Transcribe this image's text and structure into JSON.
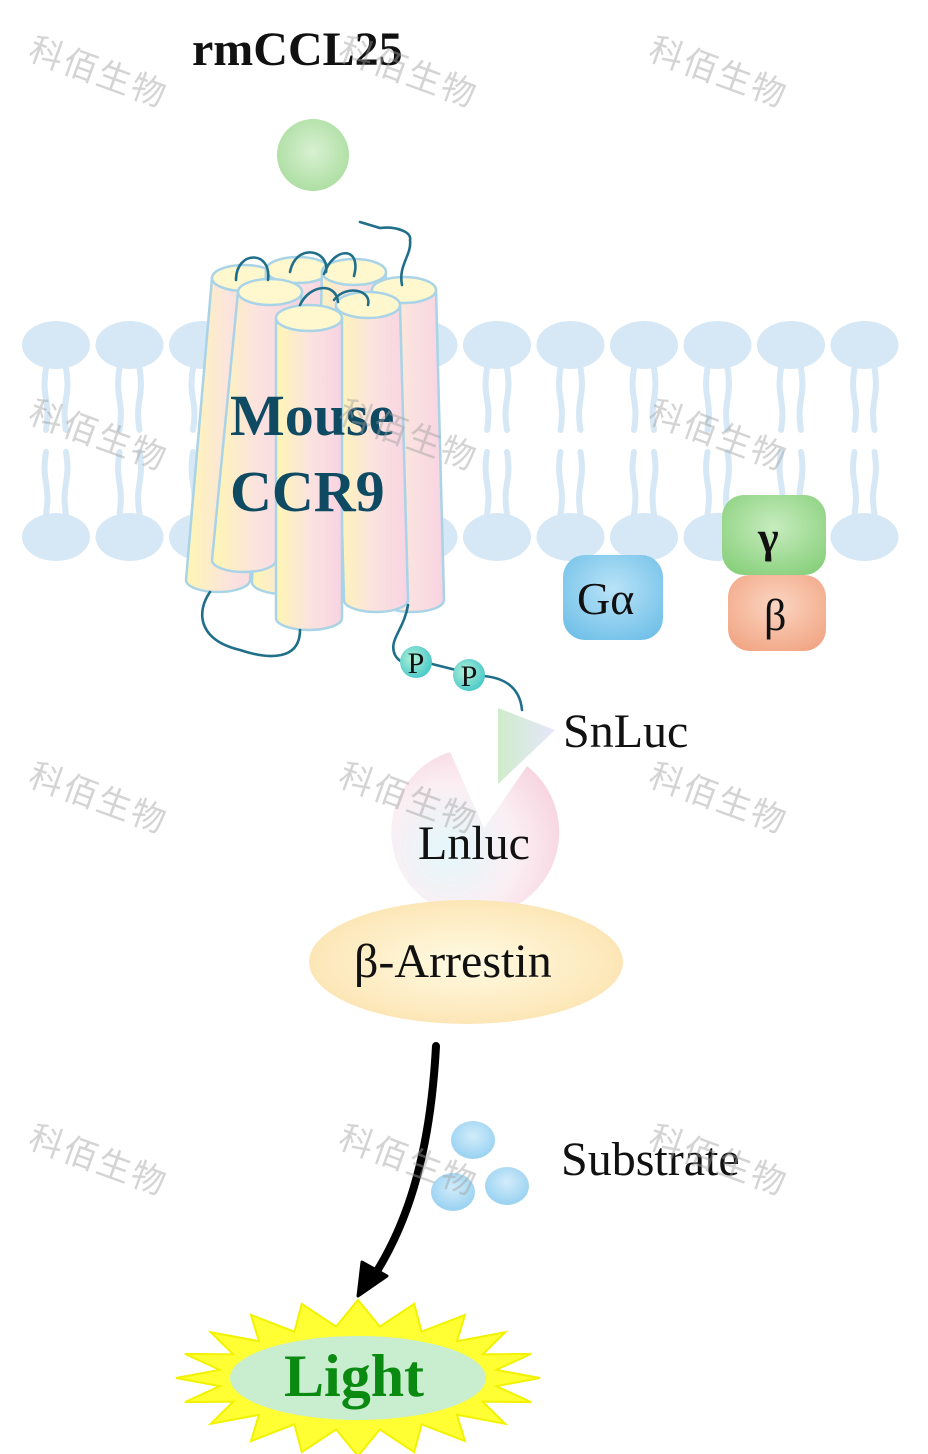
{
  "ligand": {
    "label": "rmCCL25"
  },
  "receptor": {
    "label_line1": "Mouse",
    "label_line2": "CCR9"
  },
  "phospho": {
    "label": "P"
  },
  "g_protein": {
    "alpha_label": "Gα",
    "beta_label": "β",
    "gamma_label": "γ"
  },
  "snluc": {
    "label": "SnLuc"
  },
  "lnluc": {
    "label": "Lnluc"
  },
  "arrestin": {
    "label": "β-Arrestin"
  },
  "substrate": {
    "label": "Substrate"
  },
  "light": {
    "label": "Light"
  },
  "watermark": {
    "text": "科佰生物"
  },
  "colors": {
    "ligand": "#b8e4b0",
    "membrane": "#d6e8f5",
    "receptor_loop": "#1f6f8b",
    "receptor_text": "#0f4a63",
    "g_alpha": "#7ec8ec",
    "g_gamma": "#8fd483",
    "g_beta": "#f3b08f",
    "arrestin": "#fde7b8",
    "substrate": "#a9d7f2",
    "light_star": "#ffff33",
    "light_text": "#0b8a12"
  }
}
